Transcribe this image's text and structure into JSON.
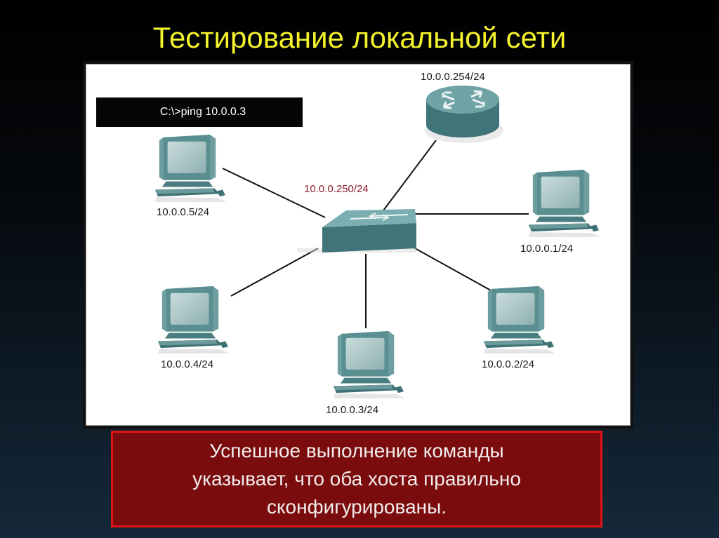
{
  "slide": {
    "title": "Тестирование локальной сети"
  },
  "diagram": {
    "command": "C:\\>ping 10.0.0.3",
    "router_label": "10.0.0.254/24",
    "switch_label": "10.0.0.250/24",
    "hosts": [
      {
        "label": "10.0.0.5/24"
      },
      {
        "label": "10.0.0.1/24"
      },
      {
        "label": "10.0.0.4/24"
      },
      {
        "label": "10.0.0.3/24"
      },
      {
        "label": "10.0.0.2/24"
      }
    ]
  },
  "caption": {
    "lines": [
      "Успешное выполнение команды",
      "указывает, что оба хоста правильно",
      "сконфигурированы."
    ]
  },
  "colors": {
    "title": "#f4f22a",
    "device_teal": "#4d8a8c",
    "caption_bg": "#7a0c0e",
    "caption_border": "#e01418",
    "switch_label": "#8a1f2a"
  }
}
